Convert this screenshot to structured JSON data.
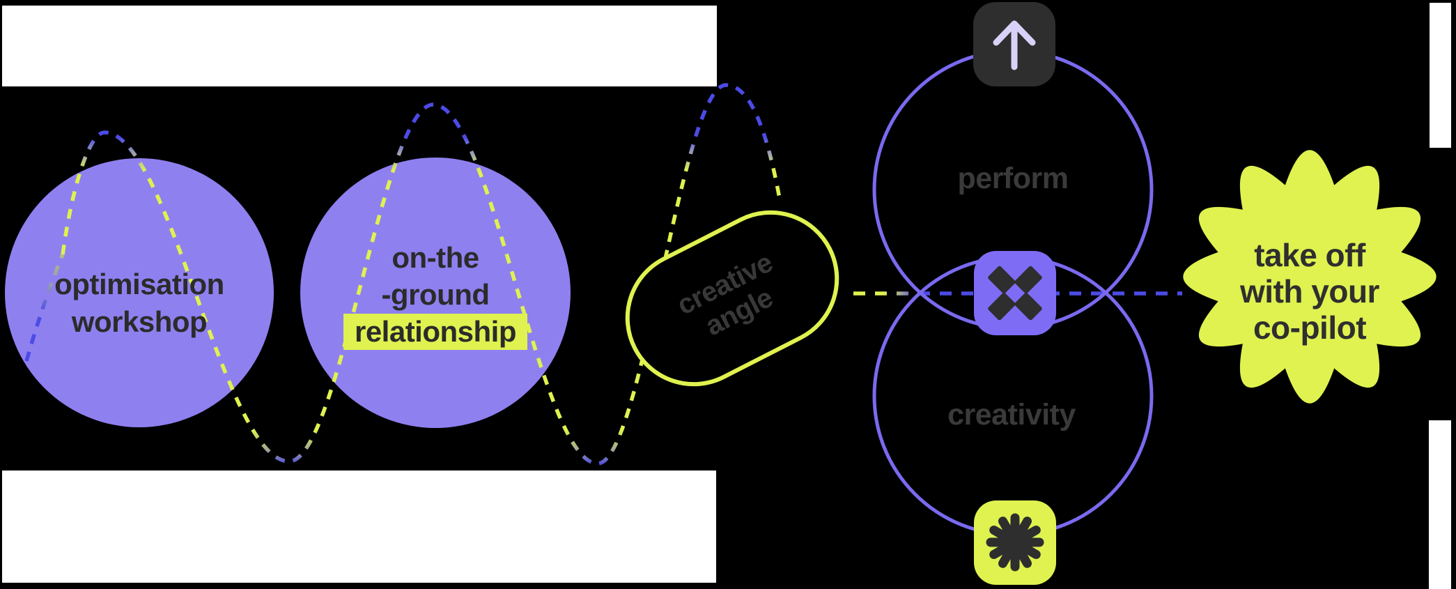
{
  "title": "growth journey diagram",
  "colors": {
    "bg": "#000000",
    "purple": "#8F80F0",
    "venn-stroke": "#7A6AF0",
    "icon-purple": "#7E6CF5",
    "dark": "#2E2E2E",
    "yellow": "#DFF24F",
    "wave-blue": "#4C4BE6",
    "lavender": "#D8D2F8",
    "label-gray": "#3A3A3A",
    "circle-text": "#2B2B2B",
    "pill-text": "#383838",
    "badge-text": "#2F2F2F"
  },
  "stages": {
    "circle1": {
      "lines": [
        "optimisation",
        "workshop"
      ]
    },
    "circle2": {
      "lines": [
        "on-the",
        "-ground"
      ],
      "highlight": "relationship"
    },
    "pill": {
      "lines": [
        "creative",
        "angle"
      ]
    },
    "venn": {
      "top": "perform",
      "bottom": "creativity",
      "icons": {
        "top": "arrow-up",
        "middle": "x-mark",
        "bottom": "flower-burst"
      }
    },
    "badge": {
      "lines": [
        "take off",
        "with your",
        "co-pilot"
      ]
    }
  }
}
